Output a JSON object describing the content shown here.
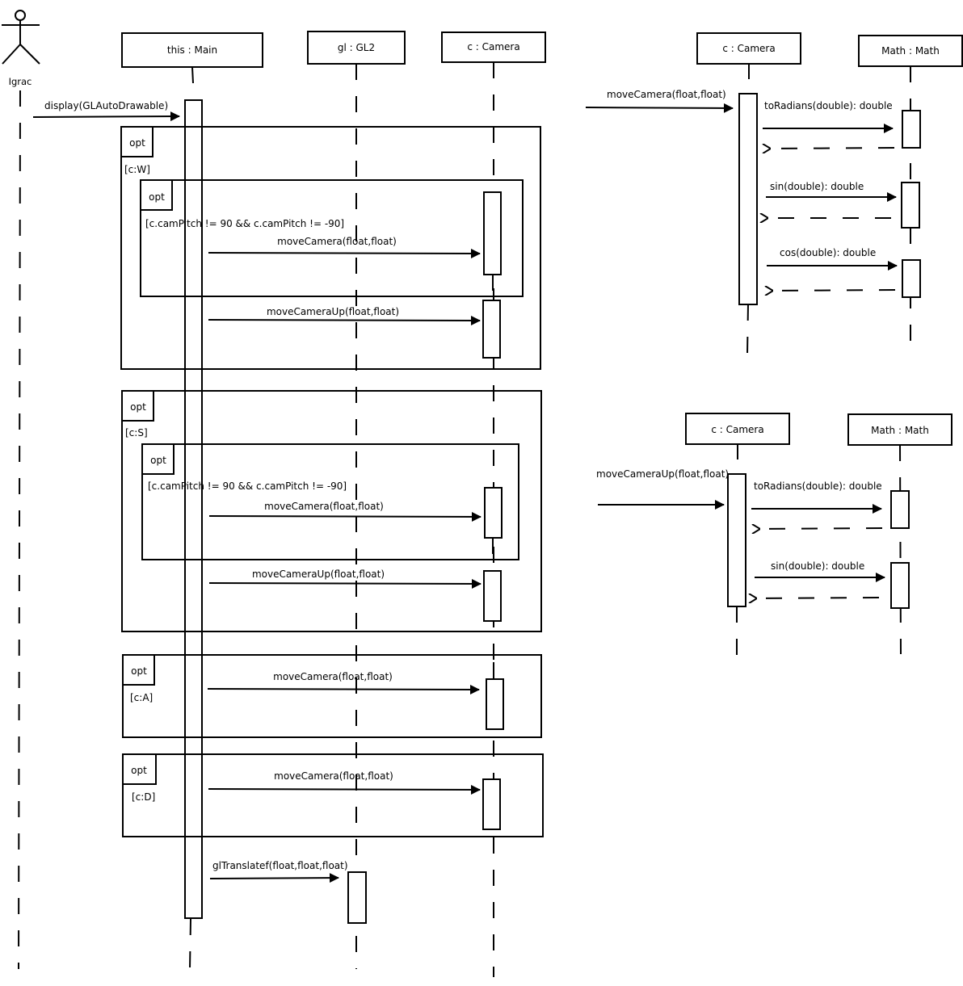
{
  "diagram": {
    "type": "UML sequence diagram",
    "colors": {
      "line": "#000000",
      "background": "#ffffff"
    },
    "actor": {
      "name": "Igrac",
      "icon": "stick-figure-icon"
    },
    "main_lifelines": [
      {
        "id": "main",
        "label": "this : Main"
      },
      {
        "id": "gl",
        "label": "gl : GL2"
      },
      {
        "id": "camera",
        "label": "c : Camera"
      }
    ],
    "entry_message": {
      "label": "display(GLAutoDrawable)"
    },
    "fragments": [
      {
        "operator": "opt",
        "guard": "[c:W]",
        "nested": {
          "operator": "opt",
          "guard": "[c.camPitch != 90 && c.camPitch != -90]",
          "messages": [
            {
              "label": "moveCamera(float,float)"
            }
          ]
        },
        "messages": [
          {
            "label": "moveCameraUp(float,float)"
          }
        ]
      },
      {
        "operator": "opt",
        "guard": "[c:S]",
        "nested": {
          "operator": "opt",
          "guard": "[c.camPitch != 90 && c.camPitch != -90]",
          "messages": [
            {
              "label": "moveCamera(float,float)"
            }
          ]
        },
        "messages": [
          {
            "label": "moveCameraUp(float,float)"
          }
        ]
      },
      {
        "operator": "opt",
        "guard": "[c:A]",
        "messages": [
          {
            "label": "moveCamera(float,float)"
          }
        ]
      },
      {
        "operator": "opt",
        "guard": "[c:D]",
        "messages": [
          {
            "label": "moveCamera(float,float)"
          }
        ]
      }
    ],
    "final_message": {
      "label": "glTranslatef(float,float,float)"
    },
    "sub_diagrams": [
      {
        "id": "moveCamera-detail",
        "lifelines": [
          {
            "label": "c : Camera"
          },
          {
            "label": "Math : Math"
          }
        ],
        "entry": {
          "label": "moveCamera(float,float)"
        },
        "calls": [
          {
            "label": "toRadians(double): double"
          },
          {
            "label": "sin(double): double"
          },
          {
            "label": "cos(double): double"
          }
        ]
      },
      {
        "id": "moveCameraUp-detail",
        "lifelines": [
          {
            "label": "c : Camera"
          },
          {
            "label": "Math : Math"
          }
        ],
        "entry": {
          "label": "moveCameraUp(float,float)"
        },
        "calls": [
          {
            "label": "toRadians(double): double"
          },
          {
            "label": "sin(double): double"
          }
        ]
      }
    ]
  }
}
